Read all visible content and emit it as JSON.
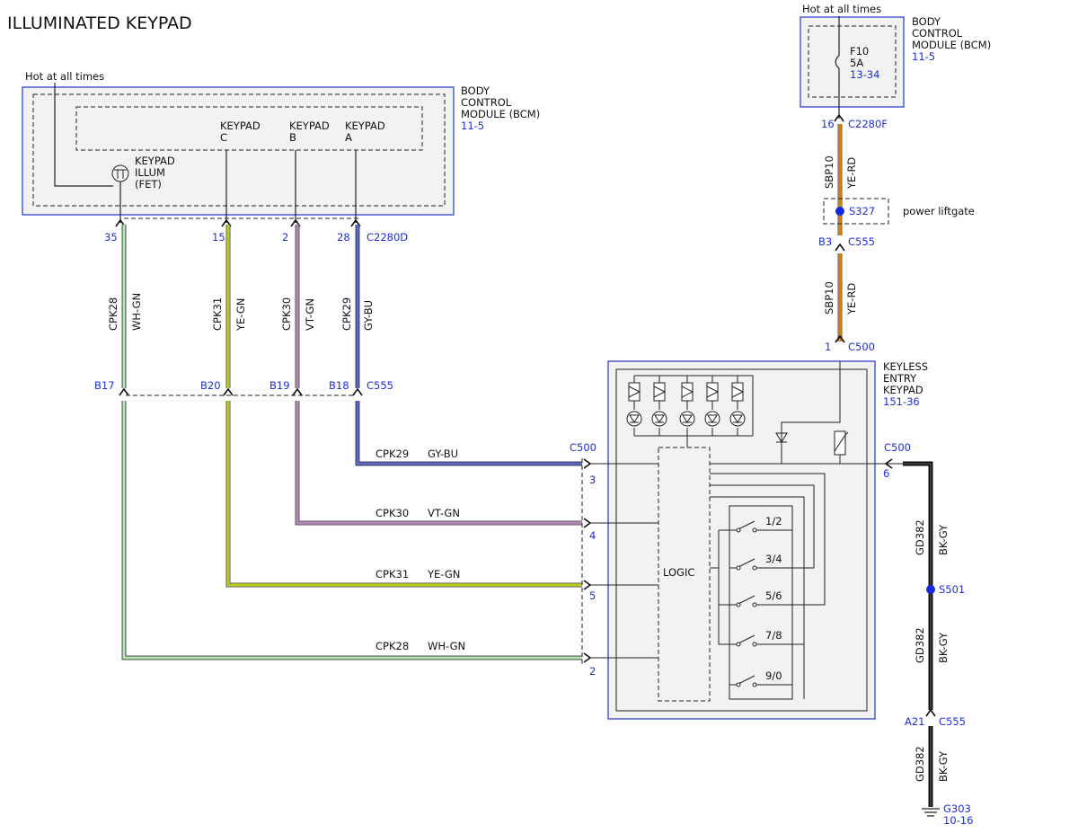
{
  "title": "ILLUMINATED KEYPAD",
  "bcm_left": {
    "hot_label": "Hot at all times",
    "module_line1": "BODY",
    "module_line2": "CONTROL",
    "module_line3": "MODULE (BCM)",
    "ref": "11-5",
    "illum_line1": "KEYPAD",
    "illum_line2": "ILLUM",
    "illum_line3": "(FET)",
    "keypad_c_1": "KEYPAD",
    "keypad_c_2": "C",
    "keypad_b_1": "KEYPAD",
    "keypad_b_2": "B",
    "keypad_a_1": "KEYPAD",
    "keypad_a_2": "A",
    "connector": "C2280D"
  },
  "bcm_right": {
    "hot_label": "Hot at all times",
    "module_line1": "BODY",
    "module_line2": "CONTROL",
    "module_line3": "MODULE (BCM)",
    "ref": "11-5",
    "fuse_name": "F10",
    "fuse_rating": "5A",
    "fuse_ref": "13-34",
    "pin": "16",
    "connector": "C2280F"
  },
  "wires": [
    {
      "circuit": "CPK28",
      "color_code": "WH-GN",
      "c2280d_pin": "35",
      "c555_pin": "B17",
      "c500_pin": "2"
    },
    {
      "circuit": "CPK31",
      "color_code": "YE-GN",
      "c2280d_pin": "15",
      "c555_pin": "B20",
      "c500_pin": "5"
    },
    {
      "circuit": "CPK30",
      "color_code": "VT-GN",
      "c2280d_pin": "2",
      "c555_pin": "B19",
      "c500_pin": "4"
    },
    {
      "circuit": "CPK29",
      "color_code": "GY-BU",
      "c2280d_pin": "28",
      "c555_pin": "B18",
      "c500_pin": "3"
    }
  ],
  "connector_c555": "C555",
  "connector_c500": "C500",
  "power_feed": {
    "circuit": "SBP10",
    "color_code": "YE-RD",
    "splice": "S327",
    "splice_label": "power liftgate",
    "c555_pin": "B3",
    "c555": "C555",
    "c500_pin": "1",
    "c500": "C500"
  },
  "keypad_module": {
    "line1": "KEYLESS",
    "line2": "ENTRY",
    "line3": "KEYPAD",
    "ref": "151-36",
    "logic": "LOGIC",
    "buttons": [
      "1/2",
      "3/4",
      "5/6",
      "7/8",
      "9/0"
    ]
  },
  "ground_feed": {
    "c500": "C500",
    "c500_pin": "6",
    "circuit": "GD382",
    "color_code": "BK-GY",
    "splice": "S501",
    "c555_pin": "A21",
    "c555": "C555",
    "ground": "G303",
    "ground_ref": "10-16"
  },
  "colors": {
    "module_outline": "#3344cc",
    "label_blue": "#1f2fd6",
    "wh_gn": "#8fd18f",
    "ye_gn": "#e8ef1e",
    "vt_gn": "#e07fe0",
    "gy_bu": "#3344cc",
    "ye_rd": "#f2b400",
    "bk_gy": "#111111"
  }
}
